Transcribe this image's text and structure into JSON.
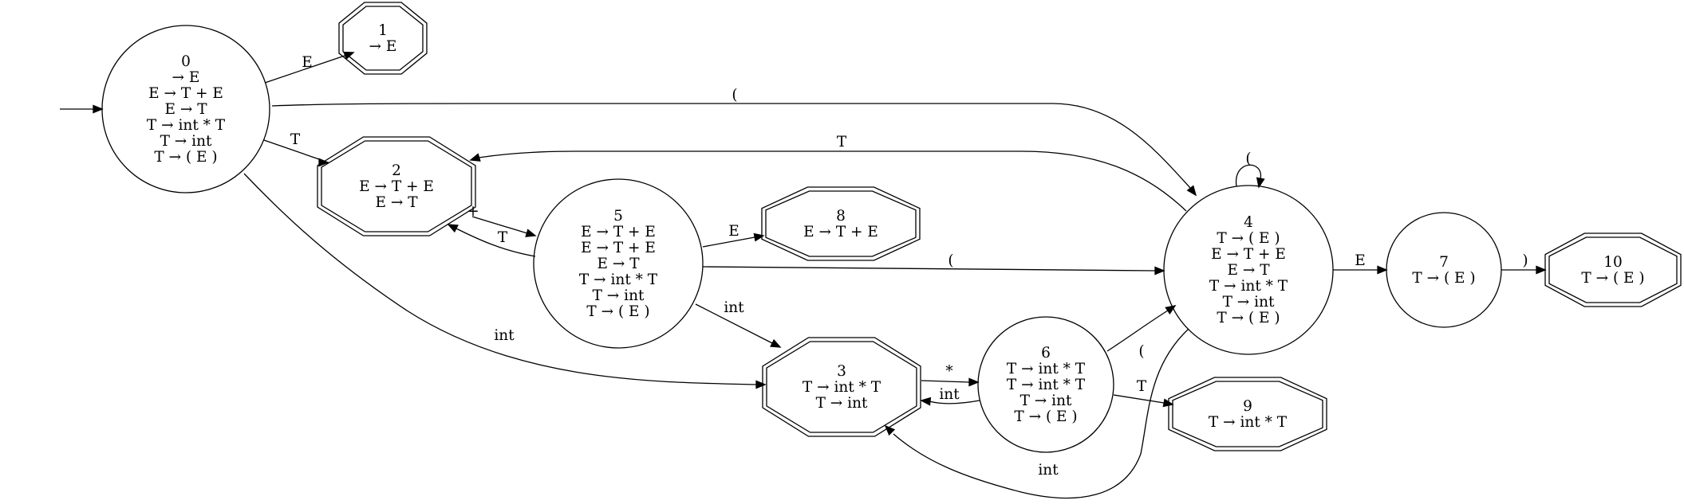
{
  "states": [
    {
      "id": "0",
      "lines": [
        "0",
        "→ E",
        "E → T + E",
        "E → T",
        "T → int * T",
        "T → int",
        "T → ( E )"
      ],
      "accepting": false,
      "start": true
    },
    {
      "id": "1",
      "lines": [
        "1",
        "→ E"
      ],
      "accepting": true
    },
    {
      "id": "2",
      "lines": [
        "2",
        "E → T + E",
        "E → T"
      ],
      "accepting": true
    },
    {
      "id": "3",
      "lines": [
        "3",
        "T → int * T",
        "T → int"
      ],
      "accepting": true
    },
    {
      "id": "4",
      "lines": [
        "4",
        "T → ( E )",
        "E → T + E",
        "E → T",
        "T → int * T",
        "T → int",
        "T → ( E )"
      ],
      "accepting": false
    },
    {
      "id": "5",
      "lines": [
        "5",
        "E → T + E",
        "E → T + E",
        "E → T",
        "T → int * T",
        "T → int",
        "T → ( E )"
      ],
      "accepting": false
    },
    {
      "id": "6",
      "lines": [
        "6",
        "T → int * T",
        "T → int * T",
        "T → int",
        "T → ( E )"
      ],
      "accepting": false
    },
    {
      "id": "7",
      "lines": [
        "7",
        "T → ( E )"
      ],
      "accepting": false
    },
    {
      "id": "8",
      "lines": [
        "8",
        "E → T + E"
      ],
      "accepting": true
    },
    {
      "id": "9",
      "lines": [
        "9",
        "T → int * T"
      ],
      "accepting": true
    },
    {
      "id": "10",
      "lines": [
        "10",
        "T → ( E )"
      ],
      "accepting": true
    }
  ],
  "transitions": [
    {
      "id": "0-1",
      "from": "0",
      "to": "1",
      "label": "E"
    },
    {
      "id": "0-4",
      "from": "0",
      "to": "4",
      "label": "("
    },
    {
      "id": "0-2",
      "from": "0",
      "to": "2",
      "label": "T"
    },
    {
      "id": "0-3",
      "from": "0",
      "to": "3",
      "label": "int"
    },
    {
      "id": "4-2",
      "from": "4",
      "to": "2",
      "label": "T"
    },
    {
      "id": "4-4",
      "from": "4",
      "to": "4",
      "label": "("
    },
    {
      "id": "2-5",
      "from": "2",
      "to": "5",
      "label": "+"
    },
    {
      "id": "5-2",
      "from": "5",
      "to": "2",
      "label": "T"
    },
    {
      "id": "5-8",
      "from": "5",
      "to": "8",
      "label": "E"
    },
    {
      "id": "5-4",
      "from": "5",
      "to": "4",
      "label": "("
    },
    {
      "id": "5-3",
      "from": "5",
      "to": "3",
      "label": "int"
    },
    {
      "id": "3-6",
      "from": "3",
      "to": "6",
      "label": "*"
    },
    {
      "id": "6-3",
      "from": "6",
      "to": "3",
      "label": "int"
    },
    {
      "id": "6-4",
      "from": "6",
      "to": "4",
      "label": "("
    },
    {
      "id": "6-9",
      "from": "6",
      "to": "9",
      "label": "T"
    },
    {
      "id": "4-7",
      "from": "4",
      "to": "7",
      "label": "E"
    },
    {
      "id": "7-10",
      "from": "7",
      "to": "10",
      "label": ")"
    },
    {
      "id": "4-3",
      "from": "4",
      "to": "3",
      "label": "int"
    }
  ]
}
